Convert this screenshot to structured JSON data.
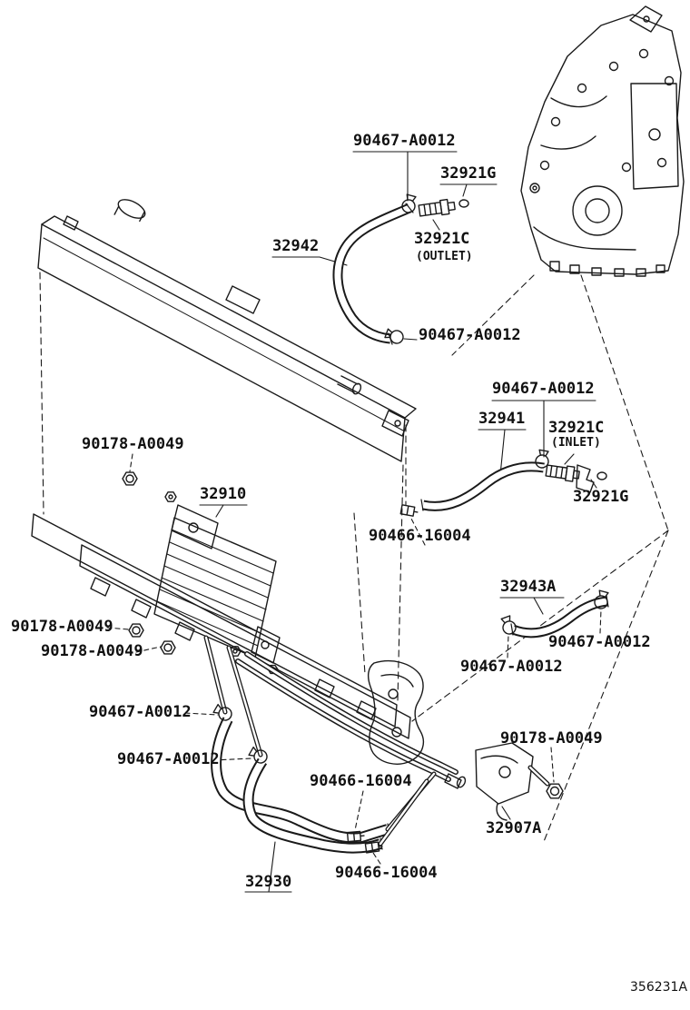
{
  "diagram": {
    "code": "356231A",
    "line_color": "#1a1a1a",
    "background": "#ffffff",
    "labels": [
      {
        "text": "90467-A0012"
      },
      {
        "text": "32921G"
      },
      {
        "text": "32942"
      },
      {
        "text": "32921C"
      },
      {
        "text": "(OUTLET)"
      },
      {
        "text": "90467-A0012"
      },
      {
        "text": "90467-A0012"
      },
      {
        "text": "32941"
      },
      {
        "text": "32921C"
      },
      {
        "text": "(INLET)"
      },
      {
        "text": "90178-A0049"
      },
      {
        "text": "32910"
      },
      {
        "text": "32921G"
      },
      {
        "text": "90466-16004"
      },
      {
        "text": "32943A"
      },
      {
        "text": "90178-A0049"
      },
      {
        "text": "90178-A0049"
      },
      {
        "text": "90467-A0012"
      },
      {
        "text": "90467-A0012"
      },
      {
        "text": "90467-A0012"
      },
      {
        "text": "90178-A0049"
      },
      {
        "text": "90467-A0012"
      },
      {
        "text": "90466-16004"
      },
      {
        "text": "32907A"
      },
      {
        "text": "32930"
      },
      {
        "text": "90466-16004"
      }
    ]
  }
}
